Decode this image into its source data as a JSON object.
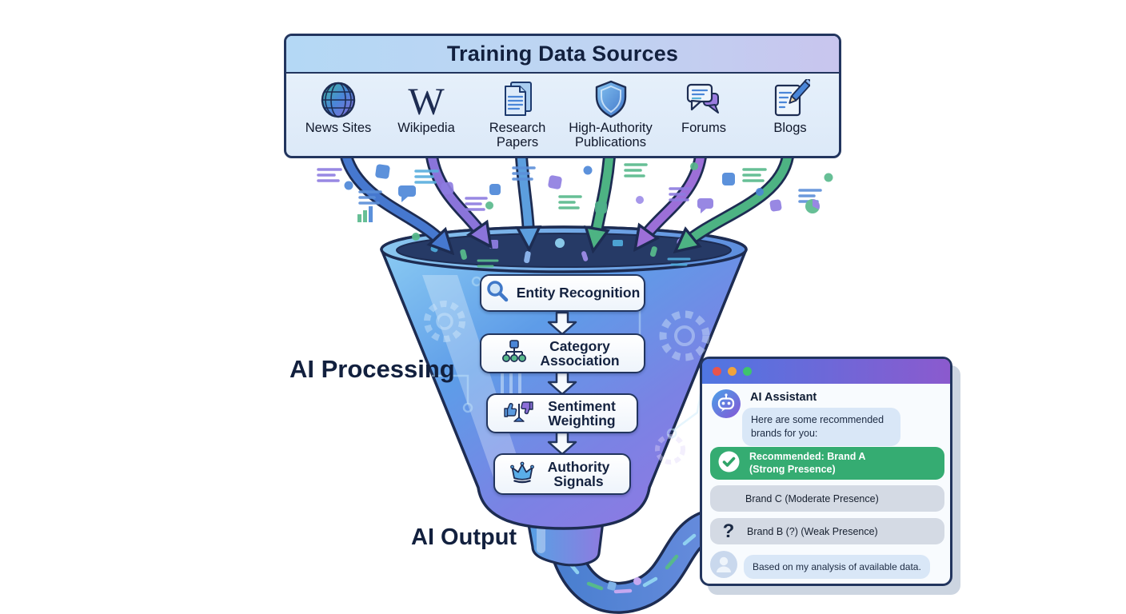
{
  "sources_panel": {
    "title": "Training Data Sources",
    "items": [
      {
        "label": "News Sites",
        "icon": "globe-icon"
      },
      {
        "label": "Wikipedia",
        "icon": "wikipedia-w-icon"
      },
      {
        "label": "Research Papers",
        "icon": "documents-icon"
      },
      {
        "label": "High-Authority Publications",
        "icon": "shield-icon"
      },
      {
        "label": "Forums",
        "icon": "chat-bubbles-icon"
      },
      {
        "label": "Blogs",
        "icon": "note-pencil-icon"
      }
    ]
  },
  "processing": {
    "label": "AI Processing",
    "stages": [
      {
        "label": "Entity Recognition",
        "icon": "magnifier-icon"
      },
      {
        "label": "Category Association",
        "icon": "hierarchy-icon"
      },
      {
        "label": "Sentiment Weighting",
        "icon": "thumbs-up-down-icon"
      },
      {
        "label": "Authority Signals",
        "icon": "crown-icon"
      }
    ]
  },
  "output": {
    "label": "AI Output"
  },
  "chat": {
    "assistant_name": "AI Assistant",
    "intro_message": "Here are some recommended brands for you:",
    "recommendation": {
      "line1": "Recommended: Brand A",
      "line2": "(Strong Presence)",
      "icon": "check-circle-icon"
    },
    "results": [
      {
        "text": "Brand C (Moderate Presence)",
        "status": "moderate"
      },
      {
        "text": "Brand B (?) (Weak Presence)",
        "status": "weak",
        "icon_glyph": "?"
      }
    ],
    "footer_message": "Based on my analysis of available data."
  },
  "colors": {
    "panel_header_gradient": [
      "#b4d8f5",
      "#c8c5ee"
    ],
    "outline_navy": "#22355e",
    "funnel_gradient": [
      "#8fd0f4",
      "#5e9ce8",
      "#9178e2"
    ],
    "arrow_blue": "#4678cf",
    "arrow_purple": "#8a74da",
    "arrow_green": "#4db383",
    "chat_titlebar_gradient": [
      "#4f76e2",
      "#8b5ace"
    ],
    "recommendation_green": "#35ac72",
    "bubble_blue": "#d9e7f7",
    "bubble_gray": "#d4dae4",
    "traffic_lights": [
      "#e8544c",
      "#f0a33c",
      "#3ec46d"
    ]
  }
}
